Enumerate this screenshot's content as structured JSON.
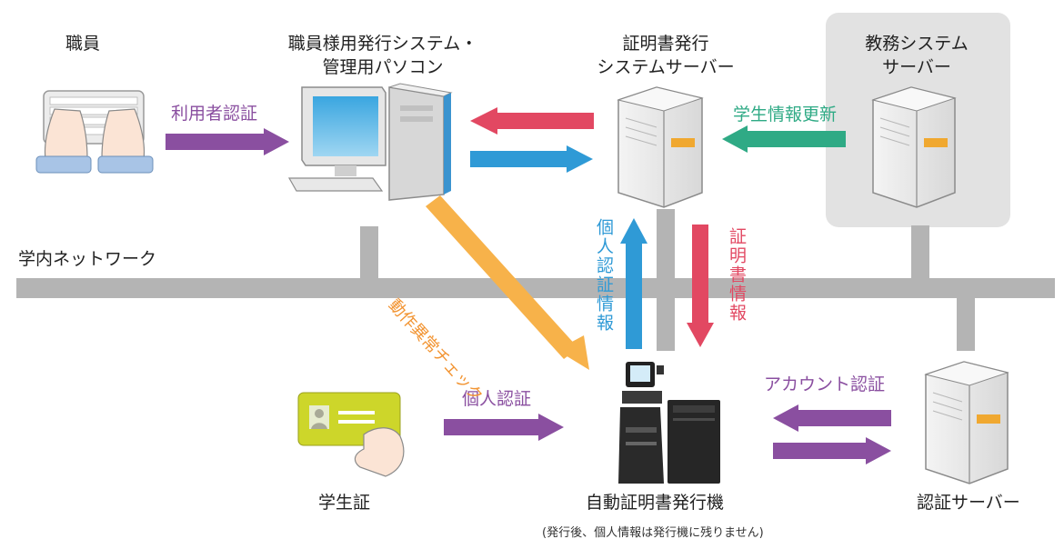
{
  "network_label": "学内ネットワーク",
  "nodes": {
    "staff": "職員",
    "staff_pc": [
      "職員様用発行システム・",
      "管理用パソコン"
    ],
    "cert_server": [
      "証明書発行",
      "システムサーバー"
    ],
    "academic_server": [
      "教務システム",
      "サーバー"
    ],
    "student_id": "学生証",
    "kiosk": "自動証明書発行機",
    "kiosk_note": "(発行後、個人情報は発行機に残りません)",
    "auth_server": "認証サーバー"
  },
  "edges": {
    "user_auth": "利用者認証",
    "student_info_update": "学生情報更新",
    "malfunction_check": "動作異常チェック",
    "personal_auth_info": "個人認証情報",
    "cert_info": "証明書情報",
    "personal_auth": "個人認証",
    "account_auth": "アカウント認証"
  },
  "colors": {
    "purple": "#8a4fa0",
    "red": "#e24862",
    "blue": "#2f9ad6",
    "green": "#2faa85",
    "orange": "#f7b24a",
    "network_gray": "#b4b4b4",
    "panel_gray": "#e2e2e2"
  },
  "icons": [
    "keyboard-hands-icon",
    "desktop-pc-icon",
    "server-icon",
    "id-card-hand-icon",
    "kiosk-machine-icon"
  ]
}
